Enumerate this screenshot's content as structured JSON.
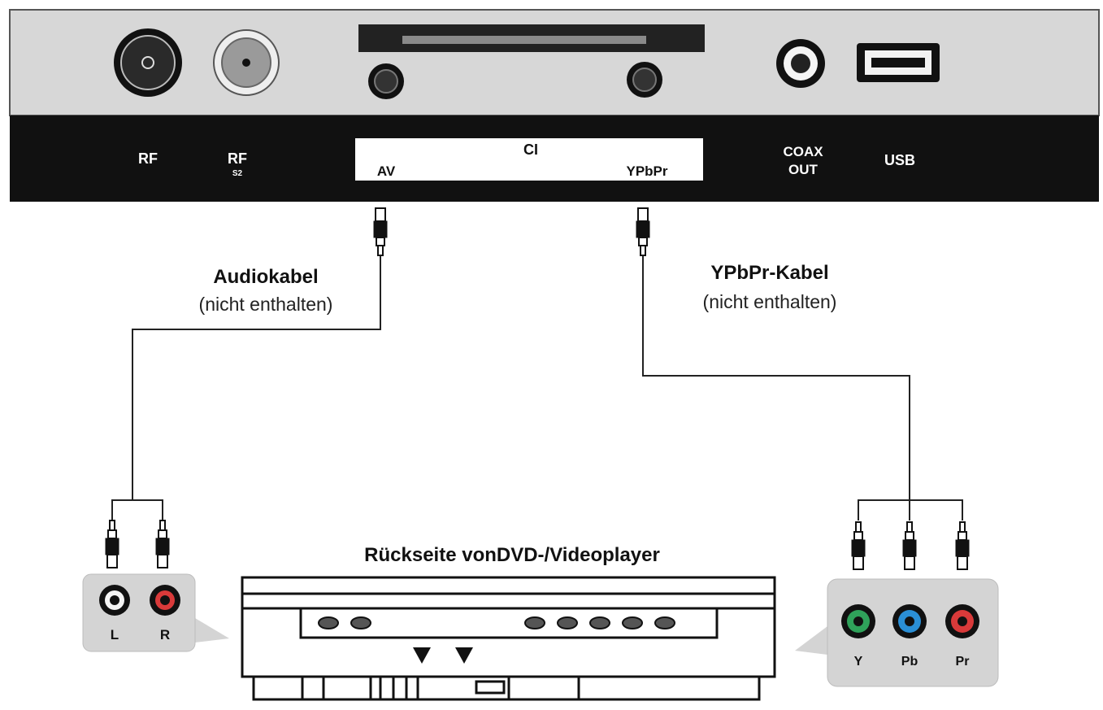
{
  "panel": {
    "rf": "RF",
    "rf2_main": "RF",
    "rf2_sub": "S2",
    "ci": "CI",
    "av": "AV",
    "ypbpr": "YPbPr",
    "coax_line1": "COAX",
    "coax_line2": "OUT",
    "usb": "USB"
  },
  "cables": {
    "audio_title": "Audiokabel",
    "audio_note": "(nicht enthalten)",
    "ypbpr_title": "YPbPr-Kabel",
    "ypbpr_note": "(nicht enthalten)"
  },
  "player": {
    "title": "Rückseite vonDVD-/Videoplayer"
  },
  "audio_jacks": {
    "left": "L",
    "right": "R"
  },
  "component_jacks": {
    "y": "Y",
    "pb": "Pb",
    "pr": "Pr"
  },
  "colors": {
    "panel_grey": "#d7d7d7",
    "panel_dark": "#111111",
    "jack_green": "#2fa25a",
    "jack_blue": "#2a8fd6",
    "jack_red": "#d93a3a",
    "callout_grey": "#d4d4d4"
  }
}
